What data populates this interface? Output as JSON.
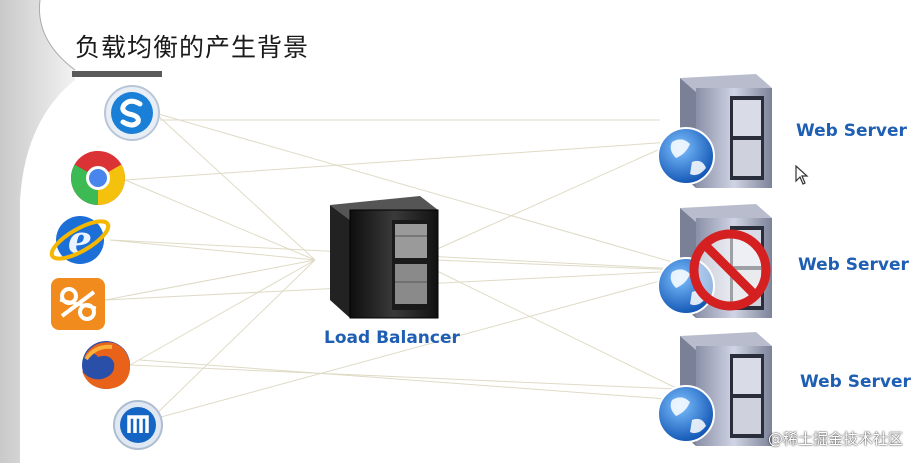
{
  "slide": {
    "title": "负载均衡的产生背景",
    "load_balancer_label": "Load Balancer",
    "servers": [
      {
        "label": "Web Server",
        "status": "online"
      },
      {
        "label": "Web Server",
        "status": "down"
      },
      {
        "label": "Web Server",
        "status": "online"
      }
    ],
    "clients": [
      {
        "icon": "sogou-browser-icon"
      },
      {
        "icon": "chrome-icon"
      },
      {
        "icon": "internet-explorer-icon"
      },
      {
        "icon": "qq-browser-icon"
      },
      {
        "icon": "firefox-icon"
      },
      {
        "icon": "maxthon-icon"
      }
    ],
    "watermark": "@稀土掘金技术社区"
  },
  "colors": {
    "label_blue": "#1f5fb3",
    "down_red": "#d42020"
  }
}
